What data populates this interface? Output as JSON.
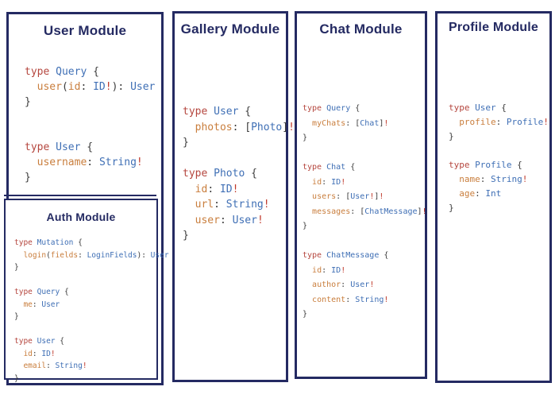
{
  "colors": {
    "navy": "#242a62",
    "keyword": "#b5463e",
    "type": "#3f6fb5",
    "field": "#c97e3d",
    "bang": "#c0392b",
    "punct": "#3c3c3c",
    "bg": "#ffffff"
  },
  "panels": {
    "user": {
      "title": "User Module",
      "code": [
        [
          [
            "k",
            "type"
          ],
          [
            "p",
            " "
          ],
          [
            "t",
            "Query"
          ],
          [
            "p",
            " {"
          ]
        ],
        [
          [
            "p",
            "  "
          ],
          [
            "f",
            "user"
          ],
          [
            "p",
            "("
          ],
          [
            "f",
            "id"
          ],
          [
            "p",
            ": "
          ],
          [
            "t",
            "ID"
          ],
          [
            "b",
            "!"
          ],
          [
            "p",
            "): "
          ],
          [
            "t",
            "User"
          ]
        ],
        [
          [
            "p",
            "}"
          ]
        ],
        [],
        [],
        [
          [
            "k",
            "type"
          ],
          [
            "p",
            " "
          ],
          [
            "t",
            "User"
          ],
          [
            "p",
            " {"
          ]
        ],
        [
          [
            "p",
            "  "
          ],
          [
            "f",
            "username"
          ],
          [
            "p",
            ": "
          ],
          [
            "t",
            "String"
          ],
          [
            "b",
            "!"
          ]
        ],
        [
          [
            "p",
            "}"
          ]
        ]
      ]
    },
    "auth": {
      "title": "Auth Module",
      "code": [
        [
          [
            "k",
            "type"
          ],
          [
            "p",
            " "
          ],
          [
            "t",
            "Mutation"
          ],
          [
            "p",
            " {"
          ]
        ],
        [
          [
            "p",
            "  "
          ],
          [
            "f",
            "login"
          ],
          [
            "p",
            "("
          ],
          [
            "f",
            "fields"
          ],
          [
            "p",
            ": "
          ],
          [
            "t",
            "LoginFields"
          ],
          [
            "p",
            "): "
          ],
          [
            "t",
            "User"
          ]
        ],
        [
          [
            "p",
            "}"
          ]
        ],
        [],
        [
          [
            "k",
            "type"
          ],
          [
            "p",
            " "
          ],
          [
            "t",
            "Query"
          ],
          [
            "p",
            " {"
          ]
        ],
        [
          [
            "p",
            "  "
          ],
          [
            "f",
            "me"
          ],
          [
            "p",
            ": "
          ],
          [
            "t",
            "User"
          ]
        ],
        [
          [
            "p",
            "}"
          ]
        ],
        [],
        [
          [
            "k",
            "type"
          ],
          [
            "p",
            " "
          ],
          [
            "t",
            "User"
          ],
          [
            "p",
            " {"
          ]
        ],
        [
          [
            "p",
            "  "
          ],
          [
            "f",
            "id"
          ],
          [
            "p",
            ": "
          ],
          [
            "t",
            "ID"
          ],
          [
            "b",
            "!"
          ]
        ],
        [
          [
            "p",
            "  "
          ],
          [
            "f",
            "email"
          ],
          [
            "p",
            ": "
          ],
          [
            "t",
            "String"
          ],
          [
            "b",
            "!"
          ]
        ],
        [
          [
            "p",
            "}"
          ]
        ]
      ]
    },
    "gallery": {
      "title": "Gallery Module",
      "code": [
        [
          [
            "k",
            "type"
          ],
          [
            "p",
            " "
          ],
          [
            "t",
            "User"
          ],
          [
            "p",
            " {"
          ]
        ],
        [
          [
            "p",
            "  "
          ],
          [
            "f",
            "photos"
          ],
          [
            "p",
            ": ["
          ],
          [
            "t",
            "Photo"
          ],
          [
            "p",
            "]"
          ],
          [
            "b",
            "!"
          ]
        ],
        [
          [
            "p",
            "}"
          ]
        ],
        [],
        [
          [
            "k",
            "type"
          ],
          [
            "p",
            " "
          ],
          [
            "t",
            "Photo"
          ],
          [
            "p",
            " {"
          ]
        ],
        [
          [
            "p",
            "  "
          ],
          [
            "f",
            "id"
          ],
          [
            "p",
            ": "
          ],
          [
            "t",
            "ID"
          ],
          [
            "b",
            "!"
          ]
        ],
        [
          [
            "p",
            "  "
          ],
          [
            "f",
            "url"
          ],
          [
            "p",
            ": "
          ],
          [
            "t",
            "String"
          ],
          [
            "b",
            "!"
          ]
        ],
        [
          [
            "p",
            "  "
          ],
          [
            "f",
            "user"
          ],
          [
            "p",
            ": "
          ],
          [
            "t",
            "User"
          ],
          [
            "b",
            "!"
          ]
        ],
        [
          [
            "p",
            "}"
          ]
        ]
      ]
    },
    "chat": {
      "title": "Chat Module",
      "code": [
        [
          [
            "k",
            "type"
          ],
          [
            "p",
            " "
          ],
          [
            "t",
            "Query"
          ],
          [
            "p",
            " {"
          ]
        ],
        [
          [
            "p",
            "  "
          ],
          [
            "f",
            "myChats"
          ],
          [
            "p",
            ": ["
          ],
          [
            "t",
            "Chat"
          ],
          [
            "p",
            "]"
          ],
          [
            "b",
            "!"
          ]
        ],
        [
          [
            "p",
            "}"
          ]
        ],
        [],
        [
          [
            "k",
            "type"
          ],
          [
            "p",
            " "
          ],
          [
            "t",
            "Chat"
          ],
          [
            "p",
            " {"
          ]
        ],
        [
          [
            "p",
            "  "
          ],
          [
            "f",
            "id"
          ],
          [
            "p",
            ": "
          ],
          [
            "t",
            "ID"
          ],
          [
            "b",
            "!"
          ]
        ],
        [
          [
            "p",
            "  "
          ],
          [
            "f",
            "users"
          ],
          [
            "p",
            ": ["
          ],
          [
            "t",
            "User"
          ],
          [
            "b",
            "!"
          ],
          [
            "p",
            "]"
          ],
          [
            "b",
            "!"
          ]
        ],
        [
          [
            "p",
            "  "
          ],
          [
            "f",
            "messages"
          ],
          [
            "p",
            ": ["
          ],
          [
            "t",
            "ChatMessage"
          ],
          [
            "p",
            "]"
          ],
          [
            "b",
            "!"
          ]
        ],
        [
          [
            "p",
            "}"
          ]
        ],
        [],
        [
          [
            "k",
            "type"
          ],
          [
            "p",
            " "
          ],
          [
            "t",
            "ChatMessage"
          ],
          [
            "p",
            " {"
          ]
        ],
        [
          [
            "p",
            "  "
          ],
          [
            "f",
            "id"
          ],
          [
            "p",
            ": "
          ],
          [
            "t",
            "ID"
          ],
          [
            "b",
            "!"
          ]
        ],
        [
          [
            "p",
            "  "
          ],
          [
            "f",
            "author"
          ],
          [
            "p",
            ": "
          ],
          [
            "t",
            "User"
          ],
          [
            "b",
            "!"
          ]
        ],
        [
          [
            "p",
            "  "
          ],
          [
            "f",
            "content"
          ],
          [
            "p",
            ": "
          ],
          [
            "t",
            "String"
          ],
          [
            "b",
            "!"
          ]
        ],
        [
          [
            "p",
            "}"
          ]
        ]
      ]
    },
    "profile": {
      "title": "Profile Module",
      "code": [
        [
          [
            "k",
            "type"
          ],
          [
            "p",
            " "
          ],
          [
            "t",
            "User"
          ],
          [
            "p",
            " {"
          ]
        ],
        [
          [
            "p",
            "  "
          ],
          [
            "f",
            "profile"
          ],
          [
            "p",
            ": "
          ],
          [
            "t",
            "Profile"
          ],
          [
            "b",
            "!"
          ]
        ],
        [
          [
            "p",
            "}"
          ]
        ],
        [],
        [
          [
            "k",
            "type"
          ],
          [
            "p",
            " "
          ],
          [
            "t",
            "Profile"
          ],
          [
            "p",
            " {"
          ]
        ],
        [
          [
            "p",
            "  "
          ],
          [
            "f",
            "name"
          ],
          [
            "p",
            ": "
          ],
          [
            "t",
            "String"
          ],
          [
            "b",
            "!"
          ]
        ],
        [
          [
            "p",
            "  "
          ],
          [
            "f",
            "age"
          ],
          [
            "p",
            ": "
          ],
          [
            "t",
            "Int"
          ]
        ],
        [
          [
            "p",
            "}"
          ]
        ]
      ]
    }
  }
}
